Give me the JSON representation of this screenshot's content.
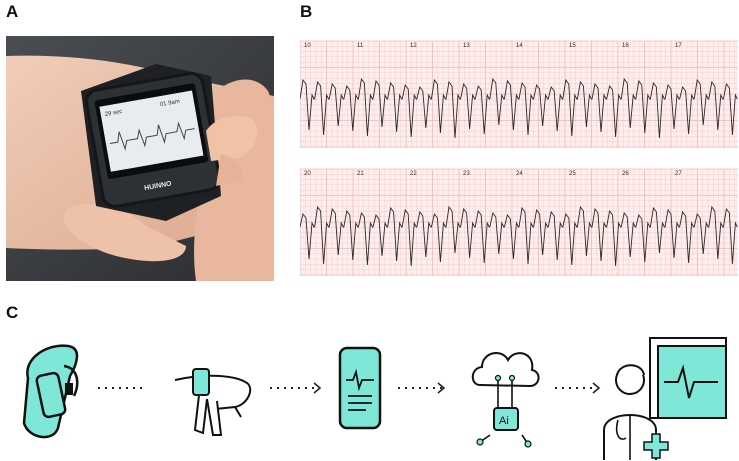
{
  "panels": {
    "a_label": "A",
    "b_label": "B",
    "c_label": "C"
  },
  "watch": {
    "time_left": "29 sec",
    "time_right": "01 9am",
    "brand": "HUINNO"
  },
  "ecg": {
    "strip1_ticks": [
      "10",
      "11",
      "12",
      "13",
      "14",
      "15",
      "16",
      "17"
    ],
    "strip2_ticks": [
      "20",
      "21",
      "22",
      "23",
      "24",
      "25",
      "26",
      "27"
    ],
    "grid_color": "#f4b7b7",
    "bg_color": "#fdeeee",
    "trace_color": "#2a2a2a"
  },
  "workflow": {
    "steps": [
      "wristband-icon",
      "wearing-watch-icon",
      "smartphone-ecg-icon",
      "ai-cloud-icon",
      "doctor-monitor-icon"
    ],
    "accent_color": "#7fe7d8"
  }
}
